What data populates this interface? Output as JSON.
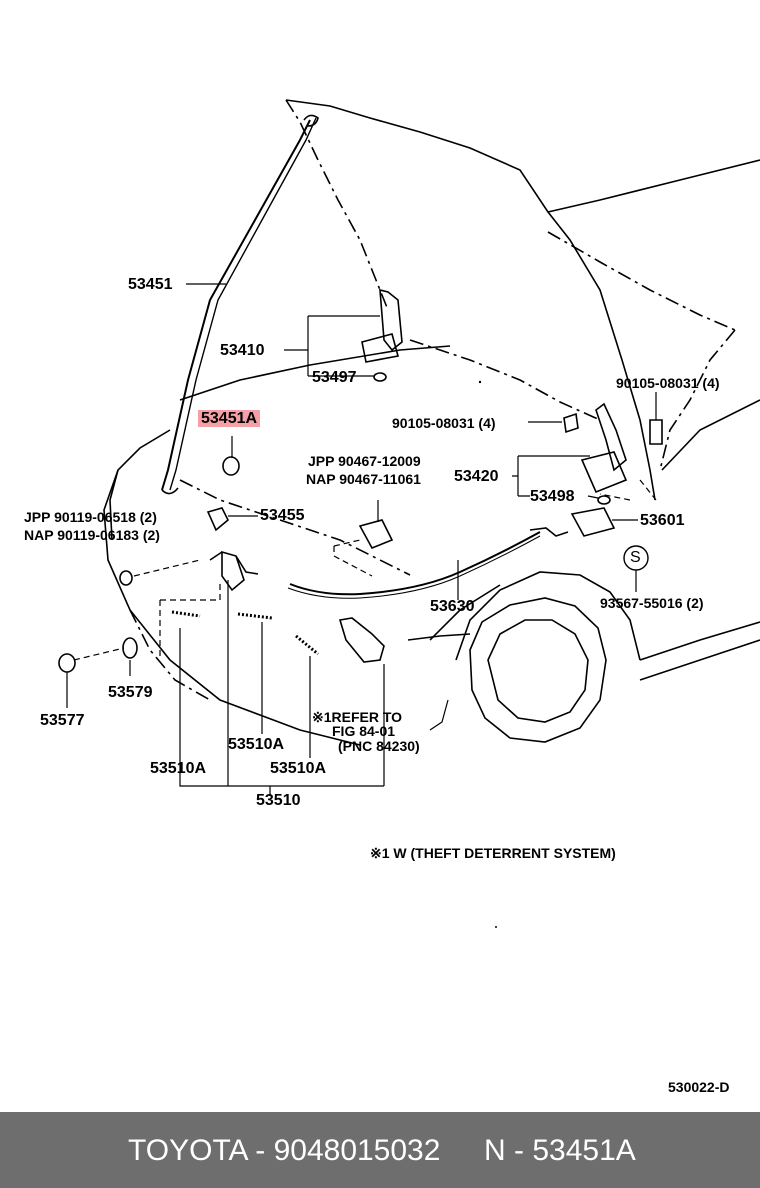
{
  "labels": {
    "p53451": "53451",
    "p53410": "53410",
    "p53497": "53497",
    "p53451A": "53451A",
    "b90105a": "90105-08031 (4)",
    "b90105b": "90105-08031 (4)",
    "jpp1": "JPP 90467-12009",
    "nap1": "NAP 90467-11061",
    "p53420": "53420",
    "p53498": "53498",
    "jpp2": "JPP 90119-06518 (2)",
    "nap2": "NAP 90119-06183 (2)",
    "p53455": "53455",
    "p53601": "53601",
    "p53630": "53630",
    "b93567": "93567-55016 (2)",
    "s_mark": "S",
    "p53579": "53579",
    "p53577": "53577",
    "refer1": "※1REFER TO",
    "refer2": "FIG 84-01",
    "refer3": "(PNC 84230)",
    "p53510A_a": "53510A",
    "p53510A_b": "53510A",
    "p53510A_c": "53510A",
    "p53510": "53510",
    "note": "※1 W (THEFT DETERRENT SYSTEM)",
    "diagram_code": "530022-D"
  },
  "footer": {
    "brand_part": "TOYOTA - 9048015032",
    "pnc": "N - 53451A"
  }
}
